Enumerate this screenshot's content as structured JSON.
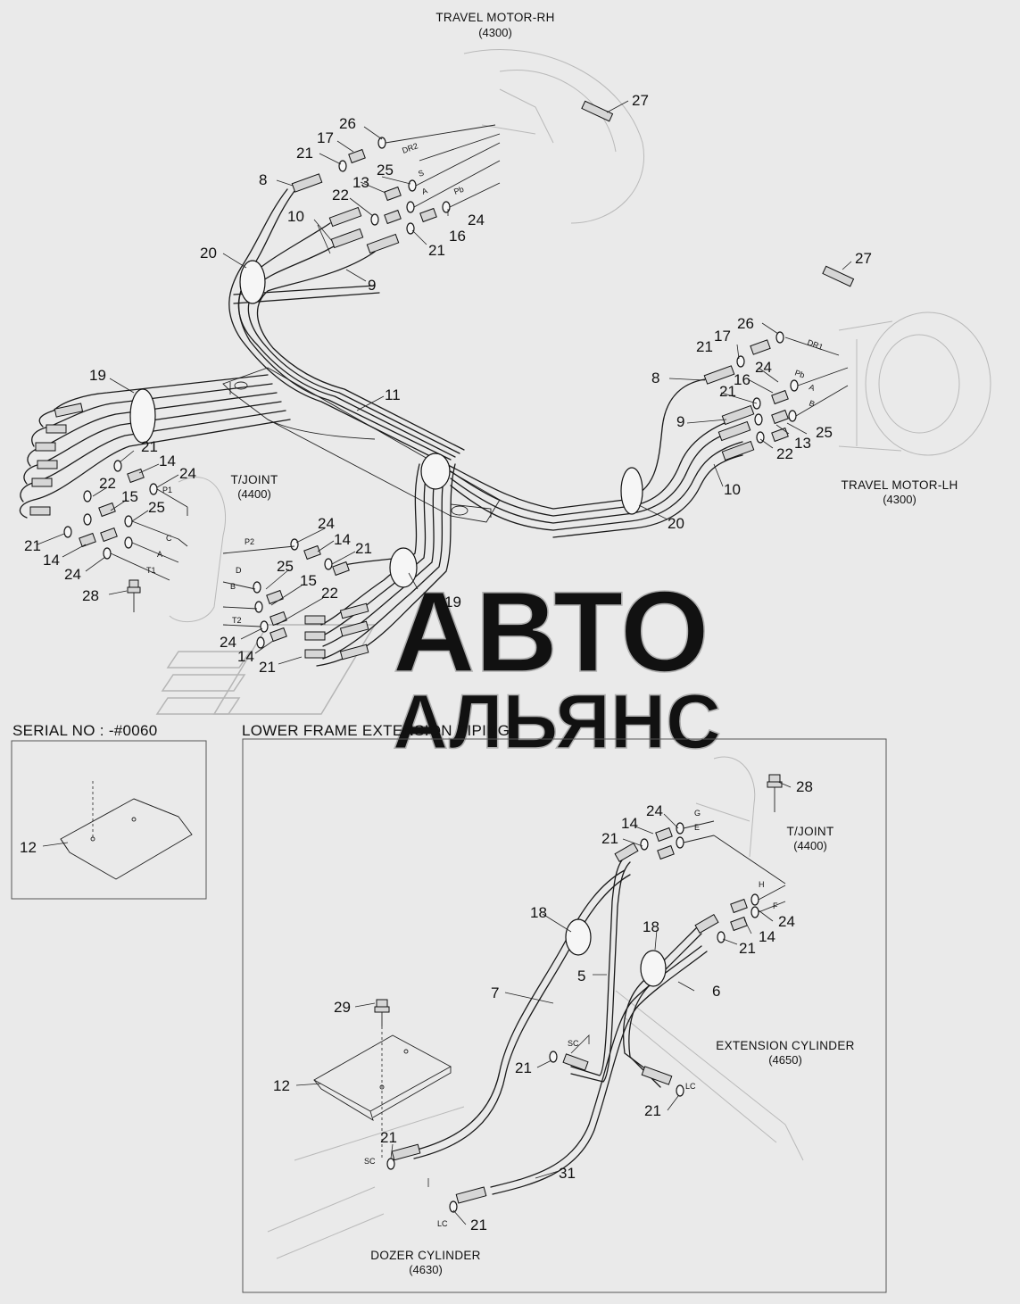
{
  "labels": {
    "travel_motor_rh": "TRAVEL MOTOR-RH",
    "travel_motor_rh_code": "(4300)",
    "travel_motor_lh": "TRAVEL MOTOR-LH",
    "travel_motor_lh_code": "(4300)",
    "t_joint": "T/JOINT",
    "t_joint_code": "(4400)",
    "t_joint_2": "T/JOINT",
    "t_joint_2_code": "(4400)",
    "serial_no": "SERIAL NO : -#0060",
    "lower_frame": "LOWER FRAME EXTENSION PIPING",
    "extension_cylinder": "EXTENSION CYLINDER",
    "extension_cylinder_code": "(4650)",
    "dozer_cylinder": "DOZER CYLINDER",
    "dozer_cylinder_code": "(4630)"
  },
  "watermark": {
    "line1": "АВТО",
    "line2": "АЛЬЯНС"
  },
  "ports": {
    "dr2": "DR2",
    "s_rh": "S",
    "a_rh": "A",
    "pb_rh": "Pb",
    "dr1": "DR1",
    "pb_lh": "Pb",
    "a_lh": "A",
    "b_lh": "B",
    "p1": "P1",
    "c": "C",
    "a_tj": "A",
    "t1": "T1",
    "p2": "P2",
    "d": "D",
    "b_tj": "B",
    "t2": "T2",
    "g": "G",
    "e": "E",
    "h": "H",
    "f": "F",
    "sc1": "SC",
    "lc1": "LC",
    "sc2": "SC",
    "lc2": "LC"
  },
  "callouts": {
    "c27a": "27",
    "c26a": "26",
    "c17a": "17",
    "c21a": "21",
    "c8a": "8",
    "c25a": "25",
    "c13a": "13",
    "c22a": "22",
    "c10a": "10",
    "c16a": "16",
    "c24a": "24",
    "c21b": "21",
    "c20a": "20",
    "c9a": "9",
    "c27b": "27",
    "c26b": "26",
    "c17b": "17",
    "c21c": "21",
    "c24b": "24",
    "c8b": "8",
    "c16b": "16",
    "c21d": "21",
    "c9b": "9",
    "c25b": "25",
    "c13b": "13",
    "c22b": "22",
    "c10b": "10",
    "c20b": "20",
    "c11": "11",
    "c19a": "19",
    "c21e": "21",
    "c14a": "14",
    "c24c": "24",
    "c22c": "22",
    "c15a": "15",
    "c25c": "25",
    "c21f": "21",
    "c14b": "14",
    "c24d": "24",
    "c28a": "28",
    "c24e": "24",
    "c14c": "14",
    "c21g": "21",
    "c25d": "25",
    "c15b": "15",
    "c22d": "22",
    "c19b": "19",
    "c24f": "24",
    "c14d": "14",
    "c21h": "21",
    "c12a": "12",
    "c28b": "28",
    "c24g": "24",
    "c14e": "14",
    "c21i": "21",
    "c18a": "18",
    "c18b": "18",
    "c24h": "24",
    "c14f": "14",
    "c21j": "21",
    "c5": "5",
    "c7": "7",
    "c6": "6",
    "c29": "29",
    "c12b": "12",
    "c21k": "21",
    "c21l": "21",
    "c21m": "21",
    "c31": "31",
    "c21n": "21"
  },
  "colors": {
    "line": "#1a1a1a",
    "background": "#eaeaea",
    "watermark": "#b0b0b0"
  }
}
